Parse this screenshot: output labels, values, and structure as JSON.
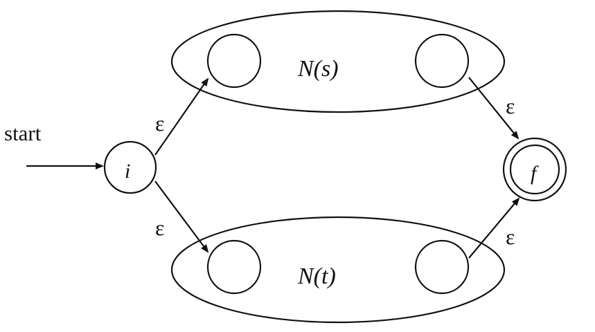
{
  "diagram": {
    "start_label": "start",
    "states": {
      "initial": "i",
      "final": "f"
    },
    "machines": {
      "s": "N(s)",
      "t": "N(t)"
    },
    "transitions": {
      "i_to_s": "ε",
      "i_to_t": "ε",
      "s_to_f": "ε",
      "t_to_f": "ε"
    }
  }
}
